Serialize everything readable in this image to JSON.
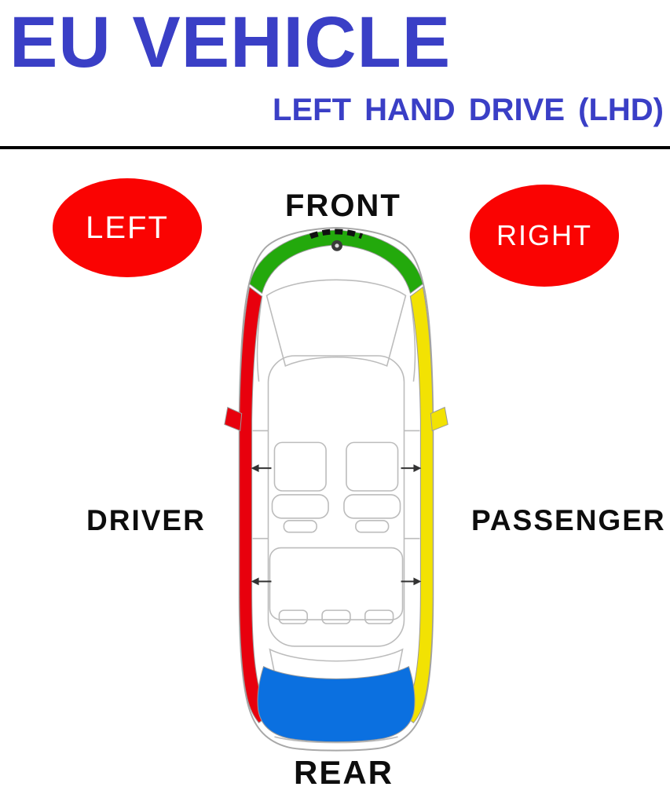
{
  "header": {
    "title": "EU VEHICLE",
    "subtitle": "LEFT HAND DRIVE (LHD)"
  },
  "labels": {
    "front": "FRONT",
    "rear": "REAR",
    "left": "LEFT",
    "right": "RIGHT",
    "driver": "DRIVER",
    "passenger": "PASSENGER"
  },
  "colors": {
    "title_blue": "#3a3fc6",
    "badge_red": "#fa0302",
    "zone_green": "#23a90c",
    "zone_red": "#e8000d",
    "zone_yellow": "#f2e203",
    "zone_blue": "#0b70e0"
  }
}
